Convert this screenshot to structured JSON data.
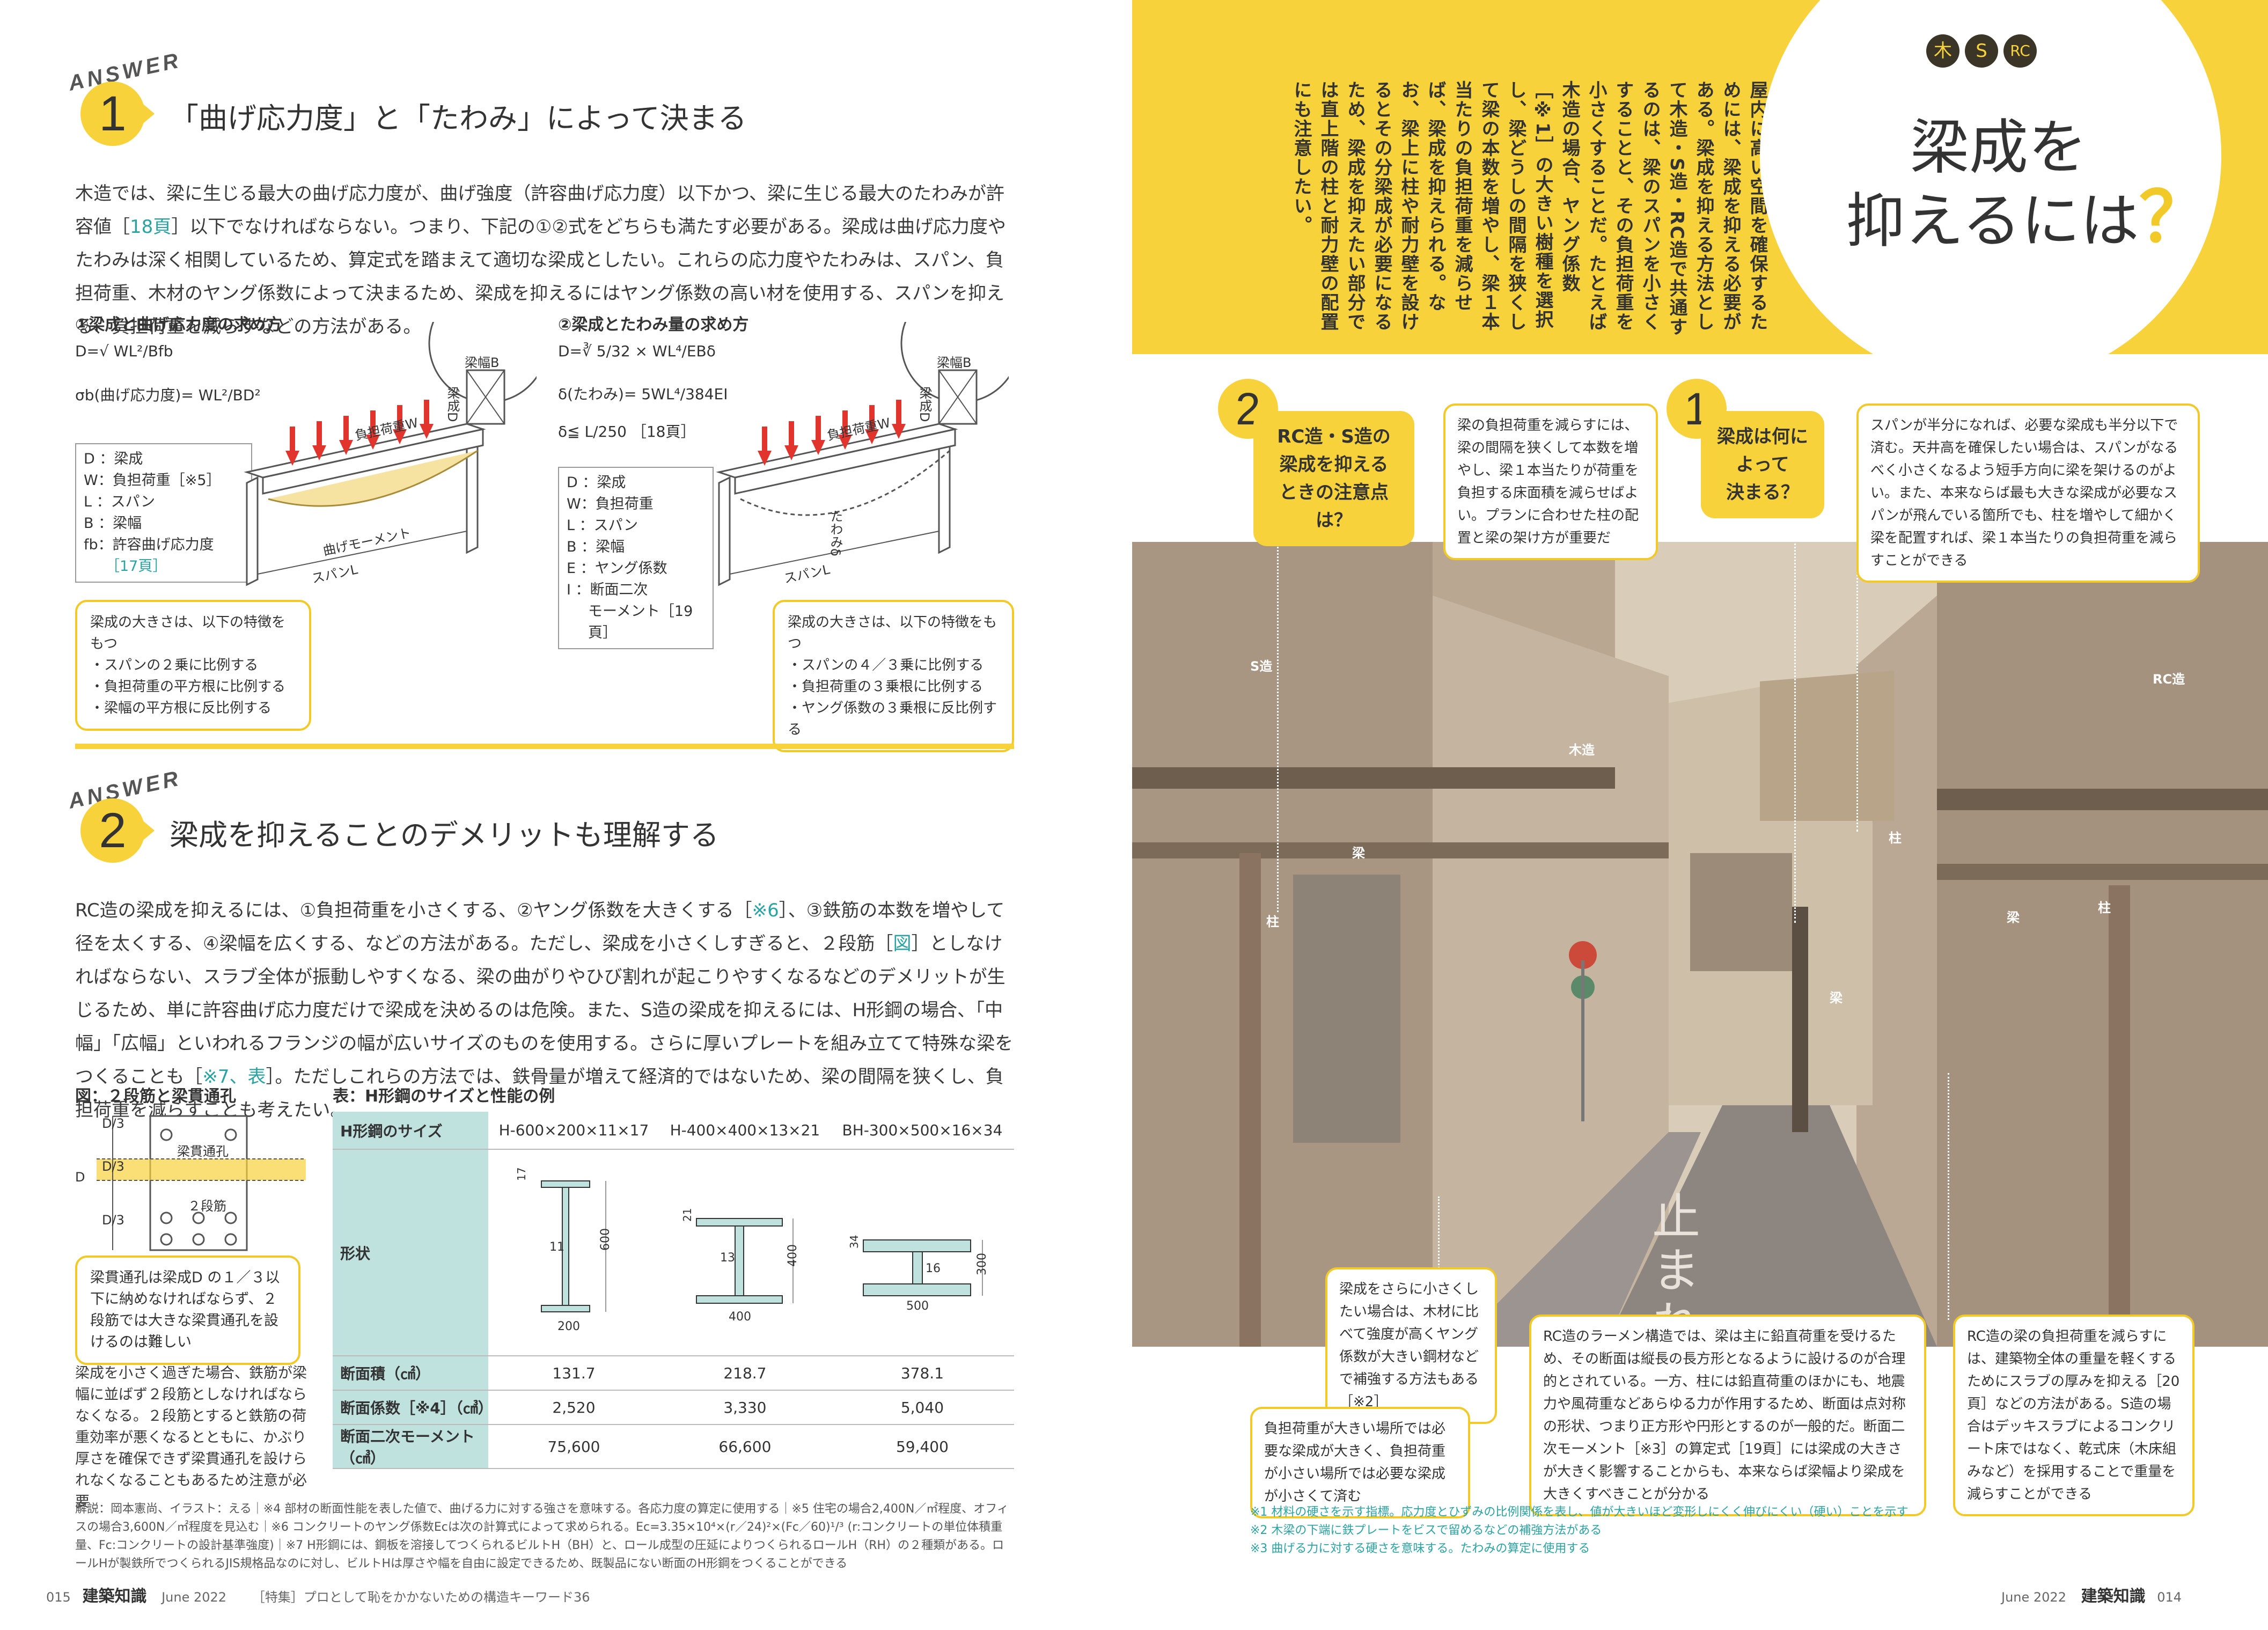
{
  "answer_word": "ANSWER",
  "a1": {
    "num": "1",
    "title": "「曲げ応力度」と「たわみ」によって決まる",
    "p": [
      "木造では、梁に生じる最大の曲げ応力度が、曲げ強度（許容曲げ応力度）以下かつ、梁に生じる最大のたわみが許容値［",
      "18頁",
      "］以下でなければならない。つまり、下記の①②式をどちらも満たす必要がある。梁成は曲げ応力度やたわみは深く相関しているため、算定式を踏まえて適切な梁成としたい。これらの応力度やたわみは、スパン、負担荷重、木材のヤング係数によって決まるため、梁成を抑えるにはヤング係数の高い材を使用する、スパンを抑える、負担荷重を減らすなどの方法がある。"
    ],
    "sec1_title": "①梁成と曲げ応力度の求め方",
    "sec2_title": "②梁成とたわみ量の求め方",
    "f1": [
      "D=√ WL²/Bfb",
      "σb(曲げ応力度)= WL²/BD²"
    ],
    "f2": [
      "D=∛ 5/32 × WL⁴/EBδ",
      "δ(たわみ)= 5WL⁴/384EI",
      "δ≦ L/250 ［18頁］"
    ],
    "legend1": [
      "D ：梁成",
      "W：負担荷重［※5］",
      "L ：スパン",
      "B ：梁幅",
      "fb：許容曲げ応力度",
      "［17頁］"
    ],
    "legend2": [
      "D ：梁成",
      "W：負担荷重",
      "L ：スパン",
      "B ：梁幅",
      "E ：ヤング係数",
      "I ：断面二次",
      "モーメント［19頁］"
    ],
    "dia_labels": {
      "beam_width": "梁幅B",
      "beam_depth": "梁成D",
      "load": "負担荷重W",
      "moment": "曲げモーメント",
      "span": "スパンL",
      "deflection": "たわみδ"
    },
    "note1": [
      "梁成の大きさは、以下の特徴をもつ",
      "・スパンの２乗に比例する",
      "・負担荷重の平方根に比例する",
      "・梁幅の平方根に反比例する"
    ],
    "note2": [
      "梁成の大きさは、以下の特徴をもつ",
      "・スパンの４／３乗に比例する",
      "・負担荷重の３乗根に比例する",
      "・ヤング係数の３乗根に反比例する"
    ]
  },
  "a2": {
    "num": "2",
    "title": "梁成を抑えることのデメリットも理解する",
    "p": [
      "RC造の梁成を抑えるには、①負担荷重を小さくする、②ヤング係数を大きくする［",
      "※6",
      "］、③鉄筋の本数を増やして径を太くする、④梁幅を広くする、などの方法がある。ただし、梁成を小さくしすぎると、２段筋［",
      "図",
      "］としなければならない、スラブ全体が振動しやすくなる、梁の曲がりやひび割れが起こりやすくなるなどのデメリットが生じるため、単に許容曲げ応力度だけで梁成を決めるのは危険。また、S造の梁成を抑えるには、H形鋼の場合、「中幅」「広幅」といわれるフランジの幅が広いサイズのものを使用する。さらに厚いプレートを組み立てて特殊な梁をつくることも［",
      "※7、表",
      "］。ただしこれらの方法では、鉄骨量が増えて経済的ではないため、梁の間隔を狭くし、負担荷重を減らすことも考えたい。"
    ],
    "fig_title": "図：２段筋と梁貫通孔",
    "fig_labels": {
      "d3a": "D/3",
      "d3b": "D/3",
      "d3c": "D/3",
      "d": "D",
      "hole": "梁貫通孔",
      "bars": "２段筋"
    },
    "fig_note": "梁貫通孔は梁成D の１／３以下に納めなければならず、２段筋では大きな梁貫通孔を設けるのは難しい",
    "fig_text": "梁成を小さく過ぎた場合、鉄筋が梁幅に並ばず２段筋としなければならなくなる。２段筋とすると鉄筋の荷重効率が悪くなるとともに、かぶり厚さを確保できず梁貫通孔を設けられなくなることもあるため注意が必要",
    "table_title": "表：H形鋼のサイズと性能の例",
    "table": {
      "header": [
        "H形鋼のサイズ",
        "H-600×200×11×17",
        "H-400×400×13×21",
        "BH-300×500×16×34"
      ],
      "shape_label": "形状",
      "rows": [
        [
          "断面積（㎠）",
          "131.7",
          "218.7",
          "378.1"
        ],
        [
          "断面係数［※4］（㎤）",
          "2,520",
          "3,330",
          "5,040"
        ],
        [
          "断面二次モーメント（㎤）",
          "75,600",
          "66,600",
          "59,400"
        ]
      ],
      "dims": [
        {
          "tf": "17",
          "tw": "11",
          "h": "600",
          "b": "200"
        },
        {
          "tf": "21",
          "tw": "13",
          "h": "400",
          "b": "400"
        },
        {
          "tf": "34",
          "tw": "16",
          "h": "300",
          "b": "500"
        }
      ]
    }
  },
  "footnote_left": "解説：岡本憲尚、イラスト：える｜※4 部材の断面性能を表した値で、曲げる力に対する強さを意味する。各応力度の算定に使用する｜※5 住宅の場合2,400N／㎡程度、オフィスの場合3,600N／㎡程度を見込む｜※6 コンクリートのヤング係数Ecは次の計算式によって求められる。Ec=3.35×10⁴×(r／24)²×(Fc／60)¹/³ (r:コンクリートの単位体積重量、Fc:コンクリートの設計基準強度)｜※7 H形鋼には、鋼板を溶接してつくられるビルトH（BH）と、ロール成型の圧延によりつくられるロールH（RH）の２種類がある。ロールHが製鉄所でつくられるJIS規格品なのに対し、ビルトHは厚さや幅を自由に設定できるため、既製品にない断面のH形鋼をつくることができる",
  "footer_left": {
    "page": "015",
    "mag": "建築知識",
    "date": "June 2022",
    "feature": "［特集］プロとして恥をかかないための構造キーワード36"
  },
  "footer_right": {
    "date": "June 2022",
    "mag": "建築知識",
    "page": "014"
  },
  "right": {
    "tags": [
      "木",
      "S",
      "RC"
    ],
    "headline": [
      "梁成を",
      "抑えるには"
    ],
    "qmark": "？",
    "vertical_text": "屋内に高い空間を確保するためには、梁成を抑える必要がある。梁成を抑える方法として木造・S造・RC造で共通するのは、梁のスパンを小さくすることと、その負担荷重を小さくすることだ。たとえば木造の場合、ヤング係数［※1］の大きい樹種を選択し、梁どうしの間隔を狭くして梁の本数を増やし、梁１本当たりの負担荷重を減らせば、梁成を抑えられる。なお、梁上に柱や耐力壁を設けるとその分梁成が必要になるため、梁成を抑えたい部分では直上階の柱と耐力壁の配置にも注意したい。",
    "q2_num": "2",
    "q2": [
      "RC造・S造の",
      "梁成を抑える",
      "ときの注意点は？"
    ],
    "q1_num": "1",
    "q1": [
      "梁成は何に",
      "よって",
      "決まる？"
    ],
    "callout_top_mid": "梁の負担荷重を減らすには、梁の間隔を狭くして本数を増やし、梁１本当たりが荷重を負担する床面積を減らせばよい。プランに合わせた柱の配置と梁の架け方が重要だ",
    "callout_top_right": "スパンが半分になれば、必要な梁成も半分以下で済む。天井高を確保したい場合は、スパンがなるべく小さくなるよう短手方向に梁を架けるのがよい。また、本来ならば最も大きな梁成が必要なスパンが飛んでいる箇所でも、柱を増やして細かく梁を配置すれば、梁１本当たりの負担荷重を減らすことができる",
    "callout_wood": "梁成をさらに小さくしたい場合は、木材に比べて強度が高くヤング係数が大きい鋼材などで補強する方法もある［※2］",
    "callout_load": "負担荷重が大きい場所では必要な梁成が大きく、負担荷重が小さい場所では必要な梁成が小さくて済む",
    "callout_rc": "RC造のラーメン構造では、梁は主に鉛直荷重を受けるため、その断面は縦長の長方形となるように設けるのが合理的とされている。一方、柱には鉛直荷重のほかにも、地震力や風荷重などあらゆる力が作用するため、断面は点対称の形状、つまり正方形や円形とするのが一般的だ。断面二次モーメント［※3］の算定式［19頁］には梁成の大きさが大きく影響することからも、本来ならば梁幅より梁成を大きくすべきことが分かる",
    "callout_rc2": "RC造の梁の負担荷重を減らすには、建築物全体の重量を軽くするためにスラブの厚みを抑える［20頁］などの方法がある。S造の場合はデッキスラブによるコンクリート床ではなく、乾式床（木床組みなど）を採用することで重量を減らすことができる",
    "scene_labels": {
      "s": "S造",
      "rc": "RC造",
      "wood": "木造",
      "hashira1": "柱",
      "hashira2": "柱",
      "hashira3": "柱",
      "hari1": "梁",
      "hari2": "梁",
      "hari3": "梁",
      "road": "止まれ"
    },
    "footnotes": [
      "※1 材料の硬さを示す指標。応力度とひずみの比例関係を表し、値が大きいほど変形しにくく伸びにくい（硬い）ことを示す",
      "※2 木梁の下端に鉄プレートをビスで留めるなどの補強方法がある",
      "※3 曲げる力に対する硬さを意味する。たわみの算定に使用する"
    ]
  },
  "colors": {
    "accent": "#f7d23a",
    "teal": "#2aa3a3",
    "table_head": "#bfe2df",
    "load_arrow": "#e0342d"
  }
}
